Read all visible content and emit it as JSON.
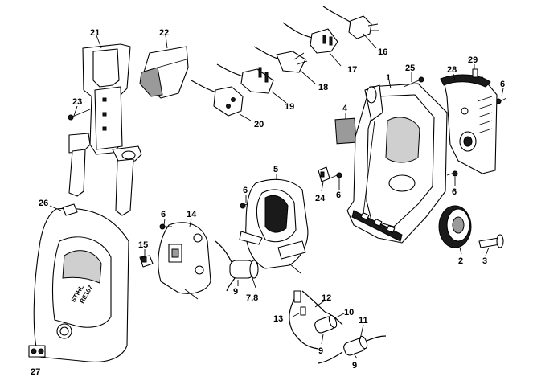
{
  "brand": {
    "logo_text": "STIHL",
    "model_text": "RE107"
  },
  "callouts": {
    "c1": "1",
    "c2": "2",
    "c3": "3",
    "c4": "4",
    "c5": "5",
    "c6a": "6",
    "c6b": "6",
    "c6c": "6",
    "c6d": "6",
    "c6e": "6",
    "c78": "7,8",
    "c9a": "9",
    "c9b": "9",
    "c9c": "9",
    "c10": "10",
    "c11": "11",
    "c12": "12",
    "c13": "13",
    "c14": "14",
    "c15": "15",
    "c16": "16",
    "c17": "17",
    "c18": "18",
    "c19": "19",
    "c20": "20",
    "c21": "21",
    "c22": "22",
    "c23": "23",
    "c24": "24",
    "c25": "25",
    "c26": "26",
    "c27": "27",
    "c28": "28",
    "c29": "29"
  }
}
